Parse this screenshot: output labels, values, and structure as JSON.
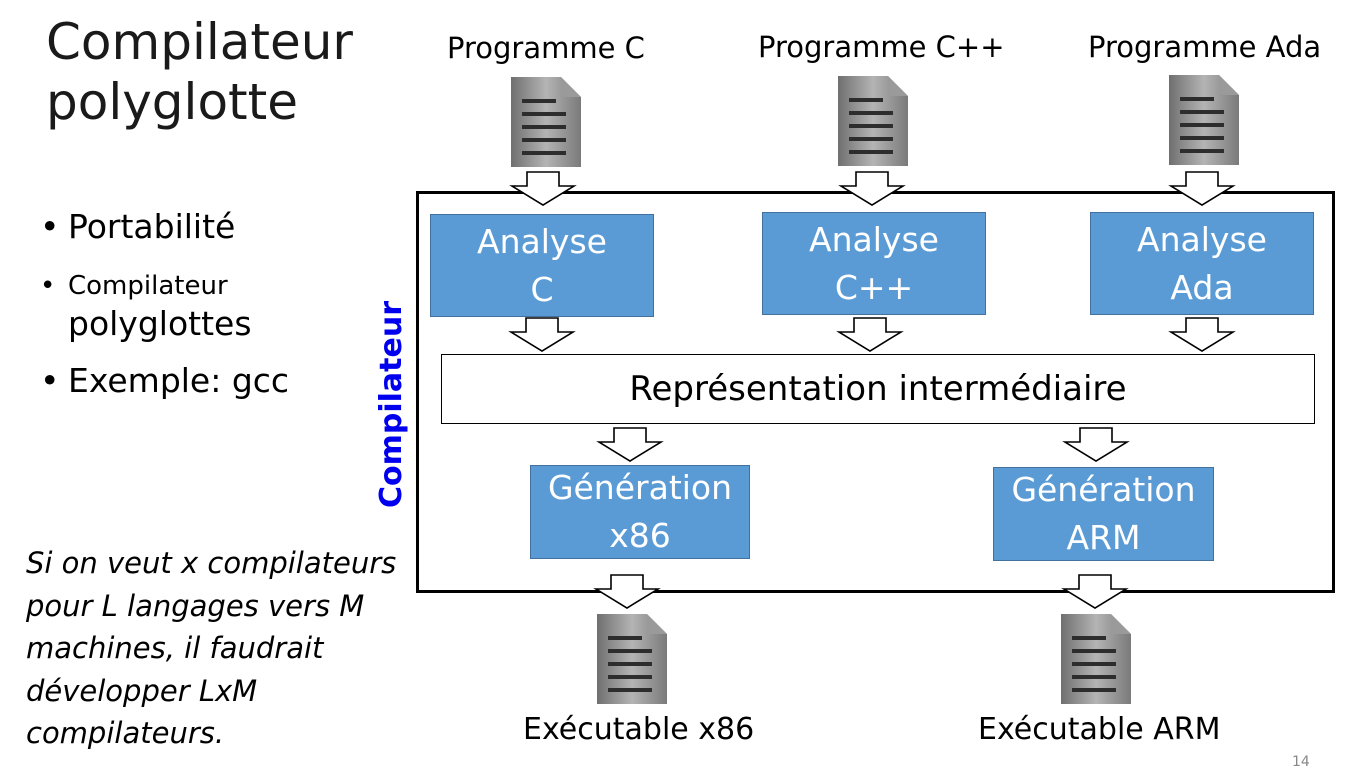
{
  "slide": {
    "title_lines": [
      "Compilateur",
      "polyglotte"
    ],
    "bullets": [
      {
        "text": "Portabilité"
      },
      {
        "text_small": "Compilateur",
        "text_large": "polyglottes"
      },
      {
        "text": "Exemple: gcc"
      }
    ],
    "note": "Si on veut x compilateurs pour L langages vers M machines, il faudrait développer LxM compilateurs.",
    "page_number": "14"
  },
  "diagram": {
    "frame_label": "Compilateur",
    "inputs": [
      "Programme C",
      "Programme C++",
      "Programme Ada"
    ],
    "front_ends": [
      {
        "line1": "Analyse",
        "line2": "C"
      },
      {
        "line1": "Analyse",
        "line2": "C++"
      },
      {
        "line1": "Analyse",
        "line2": "Ada"
      }
    ],
    "intermediate": "Représentation intermédiaire",
    "back_ends": [
      {
        "line1": "Génération",
        "line2": "x86"
      },
      {
        "line1": "Génération",
        "line2": "ARM"
      }
    ],
    "outputs": [
      "Exécutable x86",
      "Exécutable ARM"
    ]
  },
  "colors": {
    "box_fill": "#5b9bd5",
    "box_border": "#41719c",
    "frame_label": "#0000ee",
    "doc_icon_gray": "#8c8c8c"
  },
  "icons": [
    "document-icon",
    "arrow-down-icon"
  ]
}
